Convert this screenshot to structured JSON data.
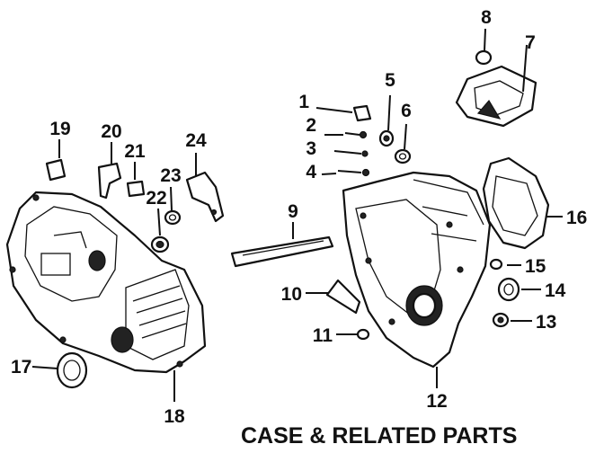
{
  "caption": "CASE & RELATED PARTS",
  "callouts": {
    "c1": "1",
    "c2": "2",
    "c3": "3",
    "c4": "4",
    "c5": "5",
    "c6": "6",
    "c7": "7",
    "c8": "8",
    "c9": "9",
    "c10": "10",
    "c11": "11",
    "c12": "12",
    "c13": "13",
    "c14": "14",
    "c15": "15",
    "c16": "16",
    "c17": "17",
    "c18": "18",
    "c19": "19",
    "c20": "20",
    "c21": "21",
    "c22": "22",
    "c23": "23",
    "c24": "24"
  }
}
